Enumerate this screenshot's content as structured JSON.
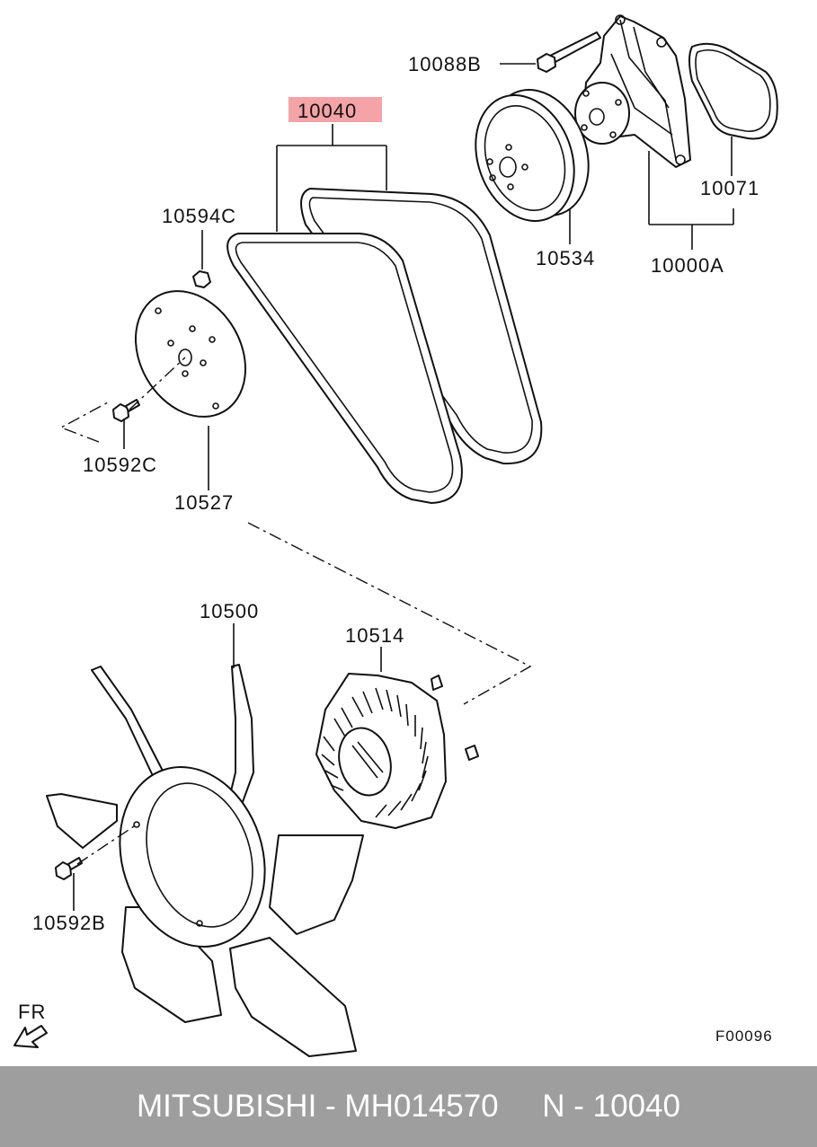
{
  "callouts": {
    "c10088b": "10088B",
    "c10040": "10040",
    "c10594c": "10594C",
    "c10071": "10071",
    "c10534": "10534",
    "c10000a": "10000A",
    "c10592c": "10592C",
    "c10527": "10527",
    "c10500": "10500",
    "c10514": "10514",
    "c10592b": "10592B"
  },
  "direction_label": "FR",
  "figure_code": "F00096",
  "highlight_color": "#f4a3a6",
  "footer": {
    "text": "MITSUBISHI - MH014570     N - 10040",
    "background": "#9e9e9e",
    "color": "#ffffff"
  }
}
